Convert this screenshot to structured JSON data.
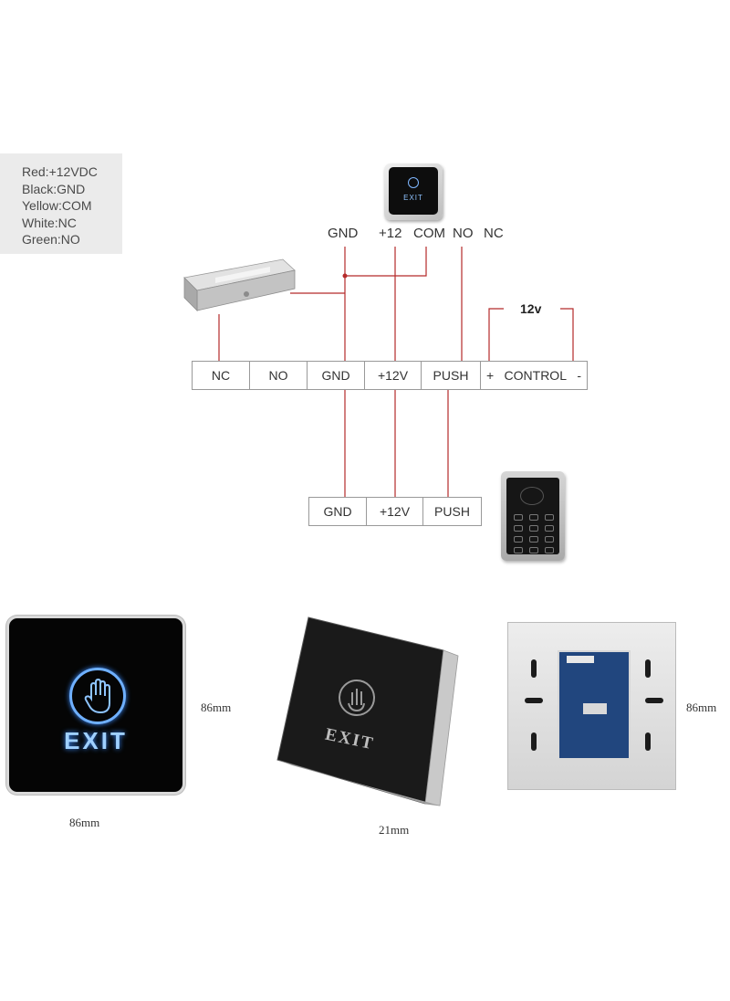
{
  "legend": {
    "lines": [
      "Red:+12VDC",
      "Black:GND",
      "Yellow:COM",
      "White:NC",
      "Green:NO"
    ]
  },
  "exit_button_labels": [
    "GND",
    "+12",
    "COM",
    "NO",
    "NC"
  ],
  "controller_terminals": [
    "NC",
    "NO",
    "GND",
    "+12V",
    "PUSH"
  ],
  "control_terminal": {
    "plus": "+",
    "label": "CONTROL",
    "minus": "-"
  },
  "power_label": "12v",
  "keypad_terminals": [
    "GND",
    "+12V",
    "PUSH"
  ],
  "device_text": {
    "exit": "EXIT",
    "exit_small": "EXIT"
  },
  "dimensions": {
    "front_height": "86mm",
    "front_width": "86mm",
    "depth": "21mm",
    "back_height": "86mm"
  },
  "colors": {
    "wire": "#b52a2a",
    "exit_glow": "#6fb0ff",
    "legend_bg": "#ebebeb"
  }
}
